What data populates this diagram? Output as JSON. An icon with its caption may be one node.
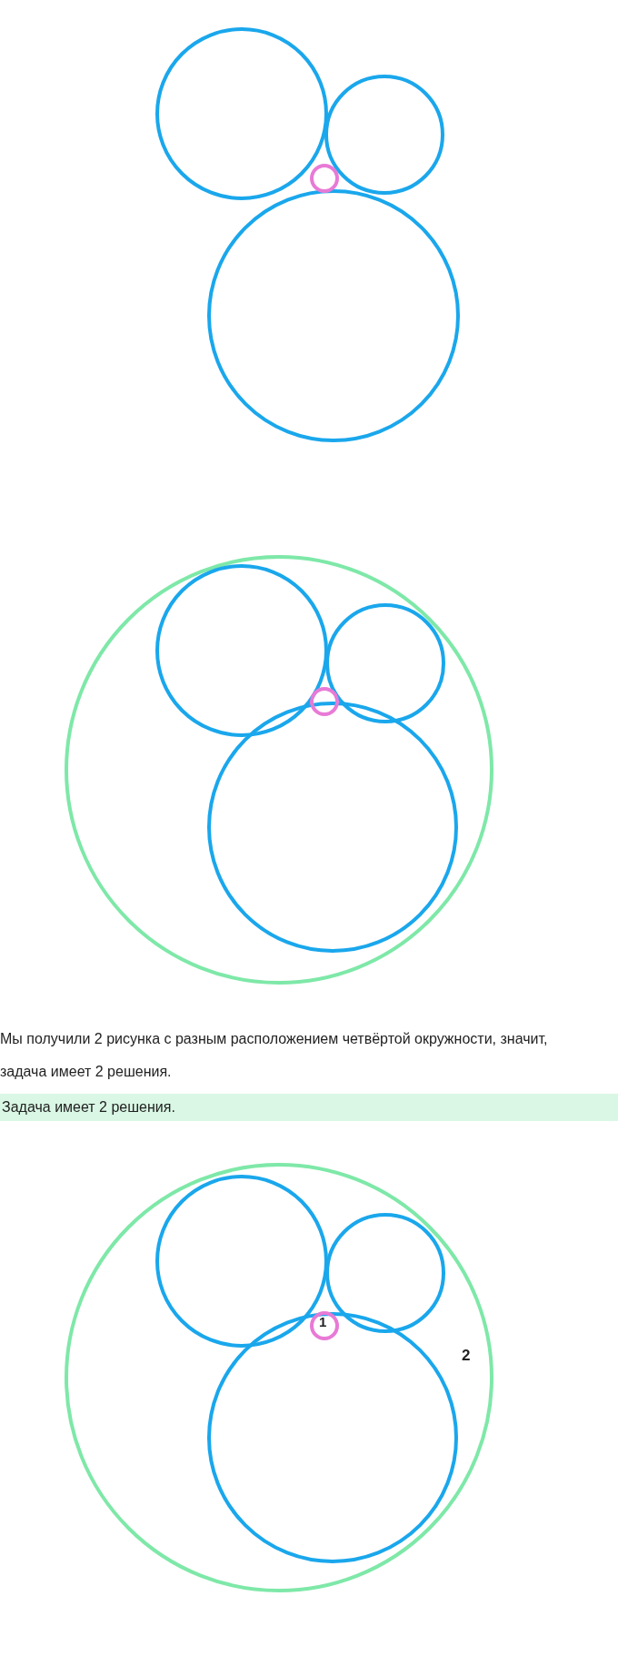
{
  "diagram": {
    "labels": [
      "Мы получили 2 рисунка с разным расположением четвёртой окружности, значит, задача имеет 2 решения.",
      "Задача имеет 2 решения.",
      "1",
      "2"
    ]
  }
}
